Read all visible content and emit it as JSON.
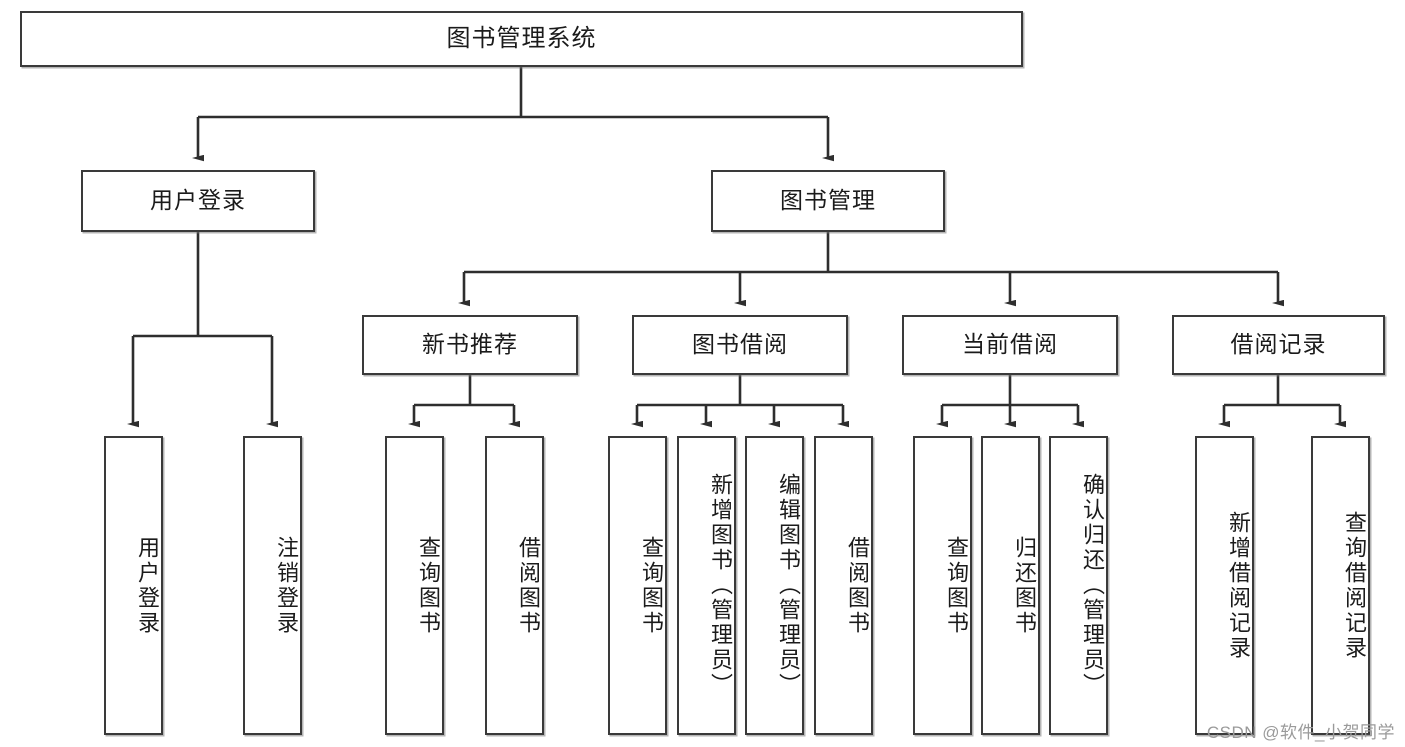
{
  "diagram": {
    "title": "图书管理系统",
    "type": "hierarchy-tree",
    "watermark": "CSDN @软件_小贺同学",
    "colors": {
      "stroke": "#3a3a3a",
      "fill": "#ffffff",
      "text": "#1b1b1b",
      "watermark": "#9a9a9a"
    },
    "levels": {
      "root": {
        "label": "图书管理系统"
      },
      "level2": [
        {
          "label": "用户登录"
        },
        {
          "label": "图书管理"
        }
      ],
      "level3": [
        {
          "label": "新书推荐"
        },
        {
          "label": "图书借阅"
        },
        {
          "label": "当前借阅"
        },
        {
          "label": "借阅记录"
        }
      ],
      "level4": [
        {
          "label": "用户登录",
          "parent": "用户登录"
        },
        {
          "label": "注销登录",
          "parent": "用户登录"
        },
        {
          "label": "查询图书",
          "parent": "新书推荐"
        },
        {
          "label": "借阅图书",
          "parent": "新书推荐"
        },
        {
          "label": "查询图书",
          "parent": "图书借阅"
        },
        {
          "label": "新增图书（管理员）",
          "parent": "图书借阅"
        },
        {
          "label": "编辑图书（管理员）",
          "parent": "图书借阅"
        },
        {
          "label": "借阅图书",
          "parent": "图书借阅"
        },
        {
          "label": "查询图书",
          "parent": "当前借阅"
        },
        {
          "label": "归还图书",
          "parent": "当前借阅"
        },
        {
          "label": "确认归还（管理员）",
          "parent": "当前借阅"
        },
        {
          "label": "新增借阅记录",
          "parent": "借阅记录"
        },
        {
          "label": "查询借阅记录",
          "parent": "借阅记录"
        }
      ]
    }
  }
}
